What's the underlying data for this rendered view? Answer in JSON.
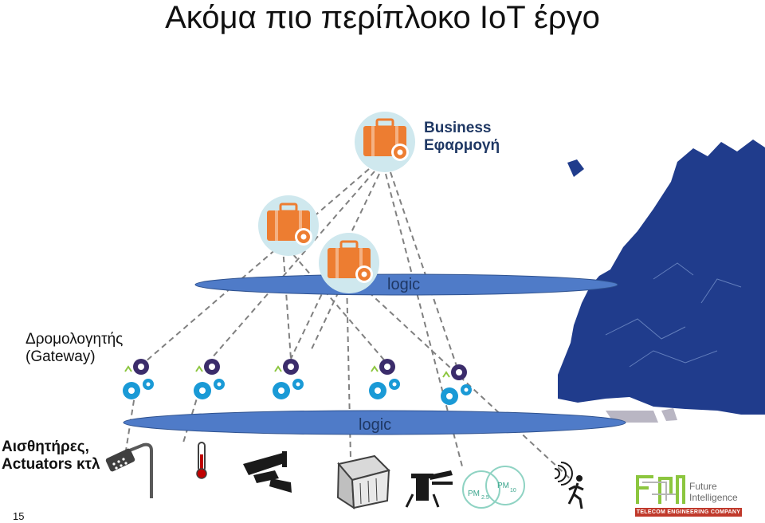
{
  "title": "Ακόμα πιο περίπλοκο IoT έργο",
  "business_app": {
    "line1": "Business",
    "line2": "Εφαρμογή"
  },
  "cloud_logic_label": "logic",
  "gateway_label": {
    "line1": "Δρομολογητής",
    "line2": "(Gateway)"
  },
  "edge_logic_label": "logic",
  "sensors_label": {
    "line1": "Αισθητήρες,",
    "line2": "Actuators κτλ"
  },
  "slide_number": "15",
  "logo": {
    "line1": "Future",
    "line2": "Intelligence",
    "tagline": "TELECOM ENGINEERING COMPANY",
    "mark": "FIN"
  },
  "pm_labels": {
    "pm25": "PM",
    "pm25_sub": "2.5",
    "pm10": "PM",
    "pm10_sub": "10"
  },
  "colors": {
    "ellipse": "#4472c4",
    "briefcase": "#ed7d31",
    "circle_bg": "#cfe8ee",
    "europe": "#203c8c",
    "gear_dark": "#3b2c6b",
    "gear_light": "#1a9ad6",
    "title_text": "#1f3864"
  },
  "icons": [
    "briefcase-gear-icon",
    "gear-cluster-icon",
    "street-light-icon",
    "thermometer-icon",
    "cctv-camera-icon",
    "waste-container-icon",
    "water-hydrant-icon",
    "pm-sensor-icon",
    "motion-sensor-icon"
  ]
}
